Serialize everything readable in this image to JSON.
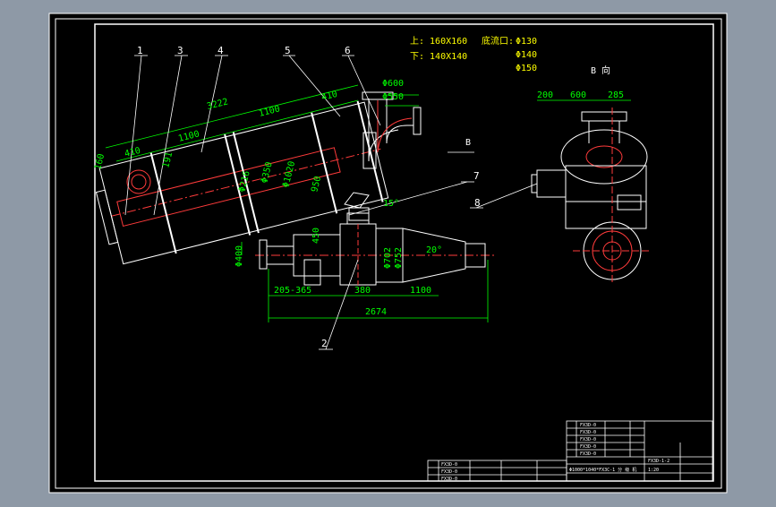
{
  "colors": {
    "background": "#8e99a6",
    "sheet": "#000000",
    "border": "#ffffff",
    "dimension": "#00ff00",
    "annotation": "#ffff00",
    "geometry": "#ffffff",
    "centerline": "#ff3b3b"
  },
  "parts": [
    "1",
    "3",
    "4",
    "5",
    "6",
    "7",
    "8",
    "2"
  ],
  "notes": {
    "inlet_top": "上: 160X160",
    "inlet_bottom": "下: 140X140",
    "underflow_label": "底流口:",
    "underflow_1": "Φ130",
    "underflow_2": "Φ140",
    "underflow_3": "Φ150",
    "view_label": "B 向",
    "view_marker": "B"
  },
  "dims": {
    "d3222": "3222",
    "d410": "410",
    "d1100_top": "1100",
    "d1100_mid": "1100",
    "d410_left": "410",
    "d160": "160",
    "d191": "191",
    "d950": "950",
    "d_phi216": "Φ216",
    "d_phi350": "Φ350",
    "d_phi1020": "Φ1020",
    "d_phi600": "Φ600",
    "d_phi550": "Φ550",
    "d15": "15°",
    "d_phi400": "Φ400",
    "d450": "450",
    "d_phi702": "Φ702",
    "d_phi752": "Φ752",
    "d20": "20°",
    "d205_365": "205-365",
    "d380": "380",
    "d1100_low": "1100",
    "d2674": "2674",
    "d200": "200",
    "d600": "600",
    "d285": "285"
  },
  "title_block": {
    "rows": [
      "FX3D-0",
      "FX3D-0",
      "FX3D-0",
      "FX3D-0",
      "FX3D-0"
    ],
    "name": "FX3D-1-2",
    "ratio": "1:20",
    "desc": "Φ1000*1040*FX3C-1  分 级 机"
  },
  "parts_list": {
    "rows": [
      "FX3D-0",
      "FX3D-0",
      "FX3D-0"
    ]
  }
}
